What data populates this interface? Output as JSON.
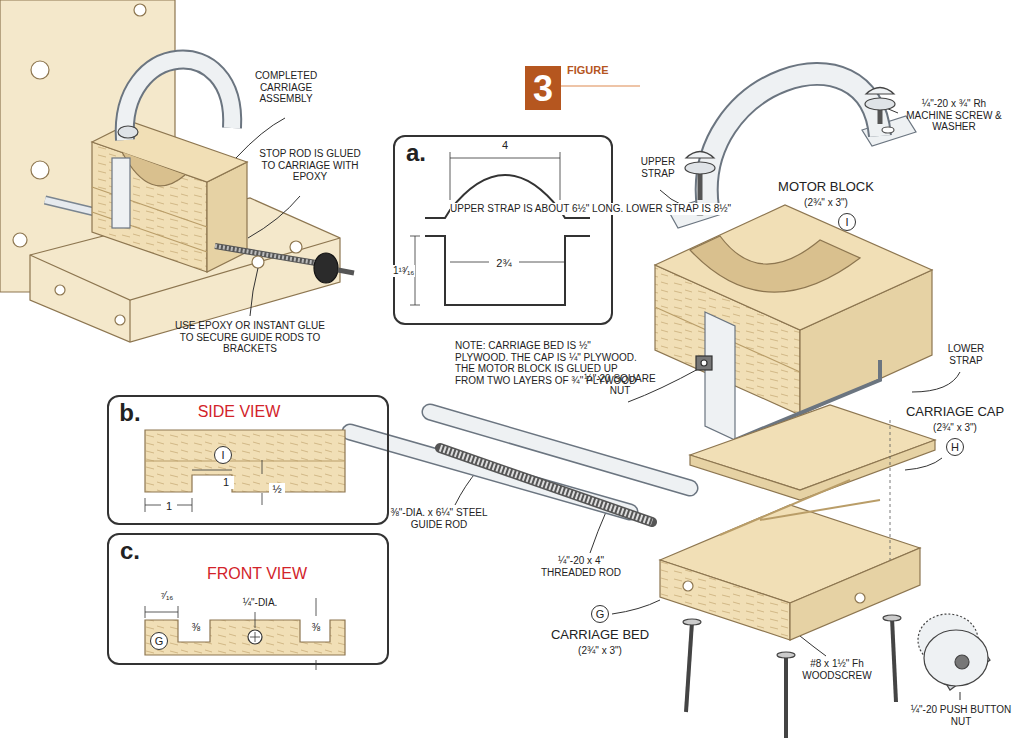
{
  "diagram": {
    "nodes": [
      {
        "text": [
          "3",
          "FIGURE"
        ]
      },
      {
        "text": [
          "a.",
          "UPPER STRAP IS ABOUT 6½\" LONG. LOWER STRAP IS 8½\"",
          "4",
          "2¾",
          "1¹³⁄₁₆"
        ]
      },
      {
        "text": [
          "b.",
          "SIDE VIEW",
          "1",
          "1",
          "½"
        ]
      },
      {
        "text": [
          "I"
        ],
        "in": 2
      },
      {
        "text": [
          "c.",
          "FRONT VIEW",
          "⁷⁄₁₆",
          "⅜",
          "¼\"-DIA.",
          "⅜"
        ]
      },
      {
        "text": [
          "G"
        ],
        "in": 4
      },
      {
        "text": [
          "I"
        ]
      },
      {
        "text": [
          "H"
        ]
      },
      {
        "text": [
          "G"
        ]
      }
    ],
    "labels": [
      "COMPLETED CARRIAGE ASSEMBLY",
      "STOP ROD IS GLUED TO CARRIAGE WITH EPOXY",
      "USE EPOXY OR INSTANT GLUE TO SECURE GUIDE RODS TO BRACKETS",
      "UPPER STRAP",
      "¼\"-20 x ¾\" Rh MACHINE SCREW & WASHER",
      "MOTOR BLOCK",
      "(2¾\" x 3\")",
      "NOTE: CARRIAGE BED IS ½\" PLYWOOD. THE CAP IS ¼\" PLYWOOD. THE MOTOR BLOCK IS GLUED UP FROM TWO LAYERS OF ¾\" PLYWOOD",
      "LOWER STRAP",
      "¼\"-20 SQUARE NUT",
      "CARRIAGE CAP",
      "(2¾\" x 3\")",
      "⅜\"-DIA. x 6¼\" STEEL GUIDE ROD",
      "¼\"-20 x 4\" THREADED ROD",
      "CARRIAGE BED",
      "(2¾\" x 3\")",
      "#8 x 1½\" Fh WOODSCREW",
      "¼\"-20 PUSH BUTTON NUT"
    ]
  }
}
